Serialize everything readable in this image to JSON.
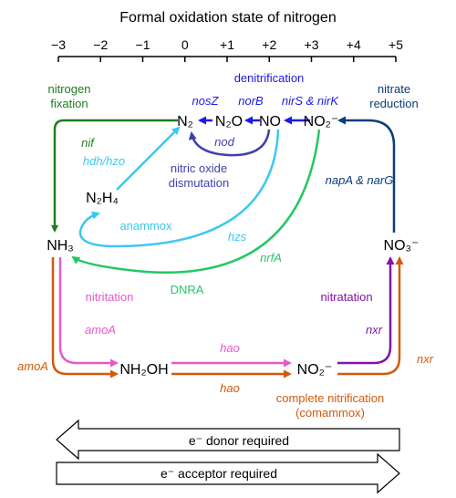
{
  "axis": {
    "title": "Formal oxidation state of nitrogen",
    "ticks": [
      "−3",
      "−2",
      "−1",
      "0",
      "+1",
      "+2",
      "+3",
      "+4",
      "+5"
    ]
  },
  "species": {
    "n2": "N₂",
    "n2o": "N₂O",
    "no": "NO",
    "no2_top": "NO₂⁻",
    "n2h4": "N₂H₄",
    "nh3": "NH₃",
    "no3": "NO₃⁻",
    "nh2oh": "NH₂OH",
    "no2_bottom": "NO₂⁻"
  },
  "processes": {
    "nitrogen_fixation": [
      "nitrogen",
      "fixation"
    ],
    "denitrification": "denitrification",
    "nitrate_reduction": [
      "nitrate",
      "reduction"
    ],
    "nitric_oxide_dismutation": [
      "nitric oxide",
      "dismutation"
    ],
    "anammox": "anammox",
    "dnra": "DNRA",
    "nitritation": "nitritation",
    "nitratation": "nitratation",
    "complete_nitrification": [
      "complete nitrification",
      "(comammox)"
    ]
  },
  "genes": {
    "nif": "nif",
    "nosZ": "nosZ",
    "norB": "norB",
    "nirS_nirK": "nirS & nirK",
    "nod": "nod",
    "hdh_hzo": "hdh/hzo",
    "hzs": "hzs",
    "nrfA": "nrfA",
    "napA_narG": "napA & narG",
    "amoA_nitritation": "amoA",
    "amoA_comammox": "amoA",
    "hao_top": "hao",
    "hao_bottom": "hao",
    "nxr_nitratation": "nxr",
    "nxr_comammox": "nxr"
  },
  "legend": {
    "donor": "e⁻ donor required",
    "acceptor": "e⁻ acceptor required"
  },
  "colors": {
    "fixation": "#1e7d1e",
    "denitrification": "#1a1ae6",
    "nitrate_reduction": "#0d3c78",
    "dismutation": "#4040b0",
    "anammox": "#3cc8f0",
    "dnra": "#23c864",
    "nitritation": "#e65ac8",
    "nitratation": "#8214aa",
    "comammox": "#d25a0a"
  }
}
